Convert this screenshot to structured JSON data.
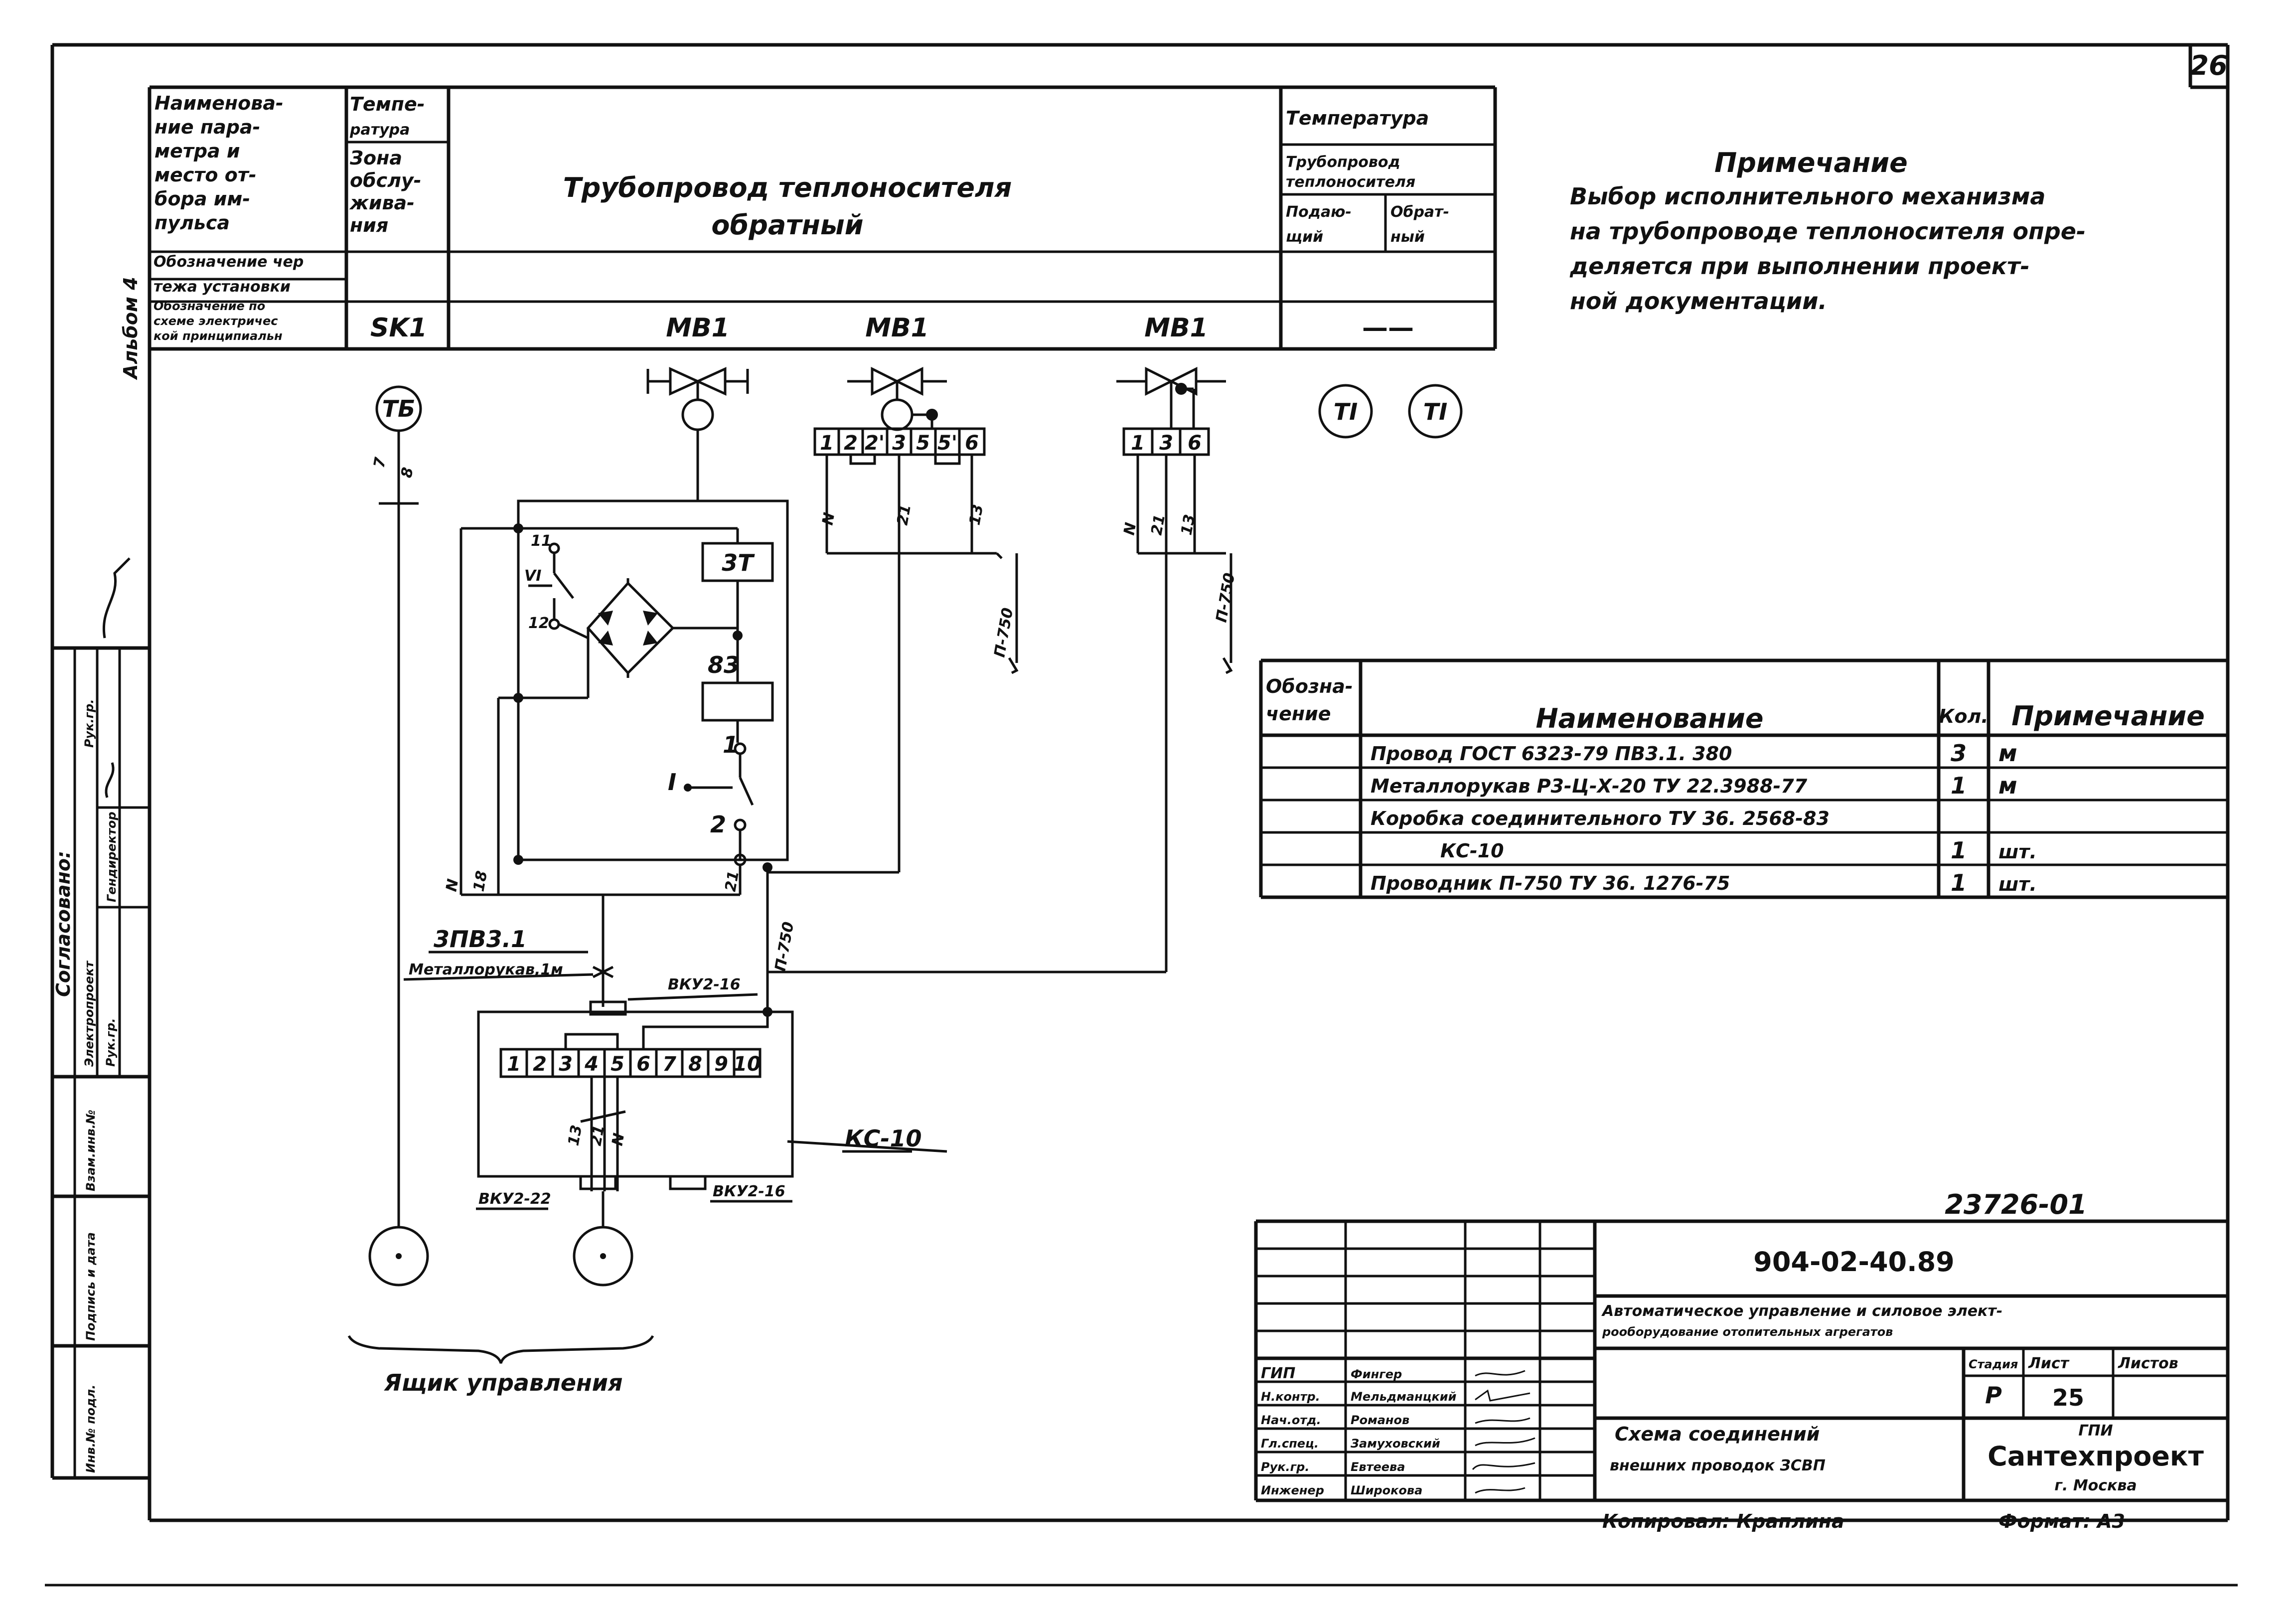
{
  "sheet": {
    "page_number": "26",
    "album_label": "Альбом 4",
    "drawing_code": "23726-01"
  },
  "header": {
    "param_label": [
      "Наименова-",
      "ние пара-",
      "метра и",
      "место от-",
      "бора им-",
      "пульса"
    ],
    "temp_label": [
      "Темпе-",
      "ратура"
    ],
    "zone_label": [
      "Зона",
      "обслу-",
      "жива-",
      "ния"
    ],
    "drawing_designation_label": [
      "Обозначение чер",
      "тежа установки"
    ],
    "scheme_designation_label": [
      "Обозначение по",
      "схеме электричес",
      "кой принципиальн"
    ],
    "main_title": "Трубопровод теплоносителя",
    "main_subtitle": "обратный",
    "right_temp": "Температура",
    "right_pipe": [
      "Трубопровод",
      "теплоносителя"
    ],
    "right_supply": [
      "Подаю-",
      "щий"
    ],
    "right_return": [
      "Обрат-",
      "ный"
    ],
    "sk_tag": "SK1",
    "mb_tags": [
      "МВ1",
      "МВ1",
      "МВ1"
    ],
    "dash": "——"
  },
  "note": {
    "title": "Примечание",
    "lines": [
      "Выбор исполнительного механизма",
      "на трубопроводе теплоносителя опре-",
      "деляется при выполнении проект-",
      "ной документации."
    ]
  },
  "diagram": {
    "sensor_tb": "ТБ",
    "sensor_ti": [
      "ТI",
      "ТI"
    ],
    "wire_7": "7",
    "wire_8": "8",
    "term_11": "11",
    "term_12": "12",
    "contact_vi": "VI",
    "relay_3t": "3Т",
    "relay_83": "83",
    "term_1": "1",
    "term_2": "2",
    "contact_i": "I",
    "wire_n": "N",
    "wire_n2": "N",
    "wire_n3": "N",
    "wire_18": "18",
    "wire_21": "21",
    "wire_21b": "21",
    "wire_21c": "21",
    "wire_13": "13",
    "wire_13b": "13",
    "cable_p750": [
      "П-750",
      "П-750",
      "П-750"
    ],
    "cable_3pv": "3ПВ3.1",
    "cable_metal": "Металлорукав,1м",
    "gland_vku2_16": "ВКУ2-16",
    "gland_vku2_22": "ВКУ2-22",
    "gland_vku2_16b": "ВКУ2-16",
    "box_kc10": "КС-10",
    "strip_mid": [
      "1",
      "2",
      "2'",
      "3",
      "5",
      "5'",
      "6"
    ],
    "strip_right": [
      "1",
      "3",
      "6"
    ],
    "strip_box": [
      "1",
      "2",
      "3",
      "4",
      "5",
      "6",
      "7",
      "8",
      "9",
      "10"
    ],
    "box_wires": [
      "13",
      "21",
      "N"
    ],
    "control_box_label": "Ящик управления"
  },
  "spec_table": {
    "col_designation": [
      "Обозна-",
      "чение"
    ],
    "col_name": "Наименование",
    "col_qty": "Кол.",
    "col_note": "Примечание",
    "rows": [
      {
        "designation": "",
        "name": "Провод ГОСТ 6323-79 ПВ3.1. 380",
        "qty": "3",
        "note": "м"
      },
      {
        "designation": "",
        "name": "Металлорукав Р3-Ц-Х-20 ТУ 22.3988-77",
        "qty": "1",
        "note": "м"
      },
      {
        "designation": "",
        "name": "Коробка соединительного ТУ 36. 2568-83",
        "qty": "",
        "note": ""
      },
      {
        "designation": "",
        "name": "КС-10",
        "qty": "1",
        "note": "шт."
      },
      {
        "designation": "",
        "name": "Проводник П-750 ТУ 36. 1276-75",
        "qty": "1",
        "note": "шт."
      }
    ]
  },
  "approval": {
    "title": "Согласовано:",
    "row1": [
      "Электропроект",
      "Рук.гр."
    ],
    "row2": [
      "Гендиректор",
      "Рук.гр."
    ],
    "side_labels": [
      "Взам.инв.№",
      "Подпись и дата",
      "Инв.№ подл."
    ]
  },
  "title_block": {
    "project_code": "904-02-40.89",
    "project_title": [
      "Автоматическое управление и силовое элект-",
      "рооборудование отопительных агрегатов"
    ],
    "sheet_title": [
      "Схема соединений",
      "внешних проводок ЗСВП"
    ],
    "stage_label": "Стадия",
    "sheet_label": "Лист",
    "sheets_label": "Листов",
    "stage": "Р",
    "sheet": "25",
    "sheets": "",
    "org": [
      "ГПИ",
      "Сантехпроект",
      "г. Москва"
    ],
    "roles": [
      {
        "role": "ГИП",
        "name": "Фингер"
      },
      {
        "role": "Н.контр.",
        "name": "Мельдманцкий"
      },
      {
        "role": "Нач.отд.",
        "name": "Романов"
      },
      {
        "role": "Гл.спец.",
        "name": "Замуховский"
      },
      {
        "role": "Рук.гр.",
        "name": "Евтеева"
      },
      {
        "role": "Инженер",
        "name": "Широкова"
      }
    ],
    "copied_by": "Копировал: Краплина",
    "format": "Формат: А3"
  }
}
